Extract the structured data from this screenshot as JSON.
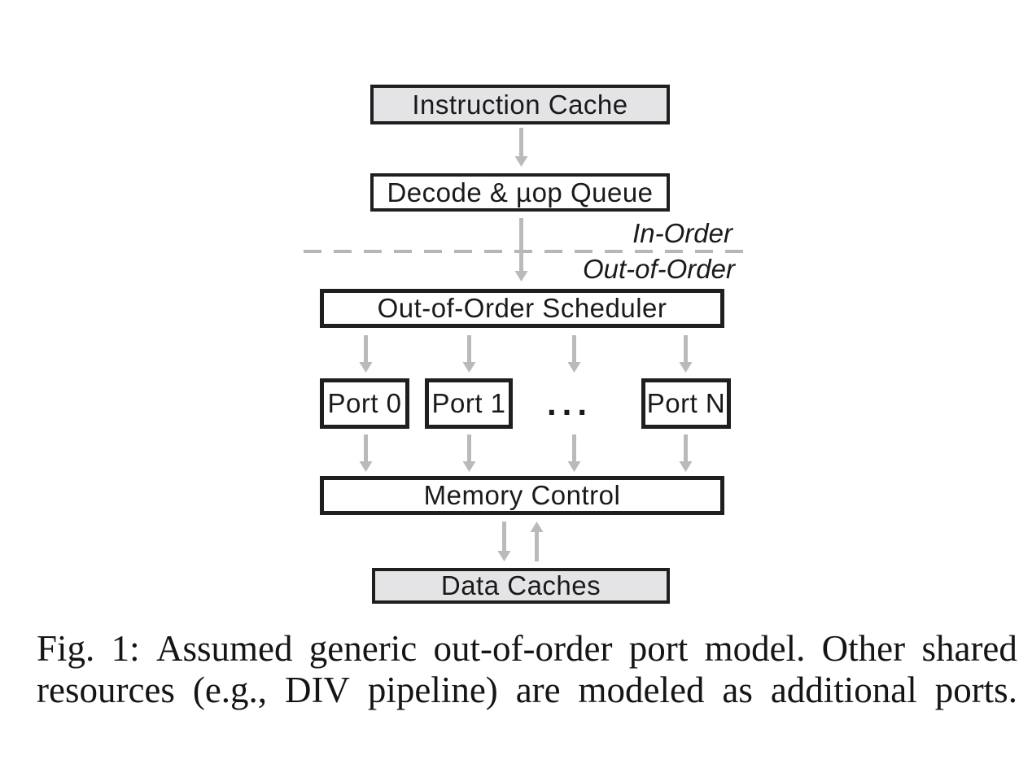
{
  "figure": {
    "nodes": {
      "instruction_cache": "Instruction Cache",
      "decode_uop_queue": "Decode & µop Queue",
      "scheduler": "Out-of-Order Scheduler",
      "memory_control": "Memory Control",
      "data_caches": "Data Caches"
    },
    "ports": [
      {
        "label": "Port 0"
      },
      {
        "label": "Port 1"
      },
      {
        "label": "Port N"
      }
    ],
    "ports_ellipsis": "...",
    "region_labels": {
      "above_line": "In-Order",
      "below_line": "Out-of-Order"
    },
    "colors": {
      "box_border": "#1f1f1f",
      "box_fill_shaded": "#e4e4e6",
      "box_fill_plain": "#ffffff",
      "arrow_gray": "#bababa",
      "dashed_line_gray": "#b6b6b6",
      "text": "#1a1a1a"
    }
  },
  "caption": {
    "lines": [
      "Fig. 1: Assumed generic out-of-order port model. Other shared",
      "resources (e.g., DIV pipeline) are modeled as additional ports."
    ]
  }
}
